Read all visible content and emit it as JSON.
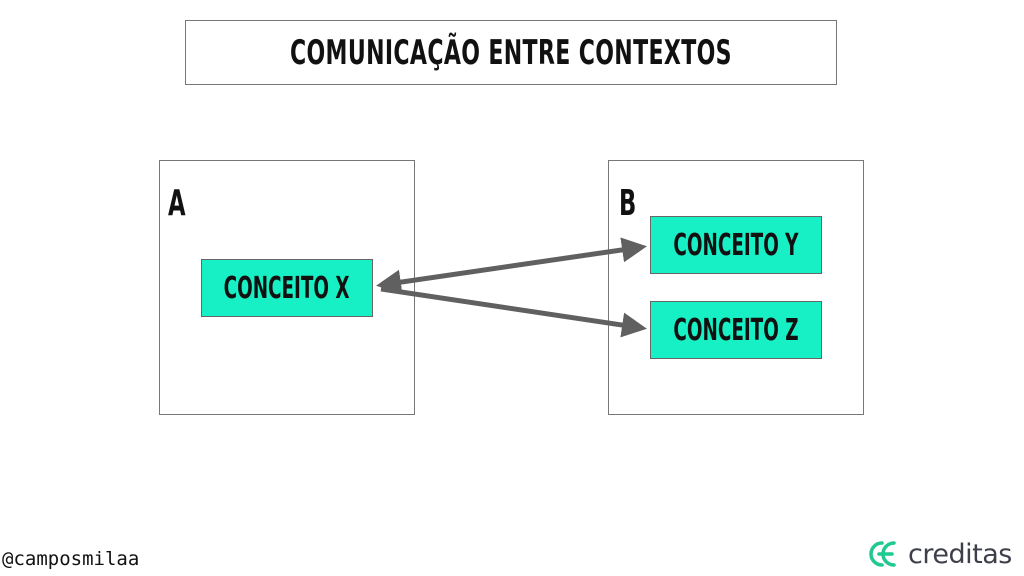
{
  "title": "COMUNICAÇÃO ENTRE CONTEXTOS",
  "contexts": [
    {
      "label": "A",
      "concepts": [
        "CONCEITO X"
      ]
    },
    {
      "label": "B",
      "concepts": [
        "CONCEITO Y",
        "CONCEITO Z"
      ]
    }
  ],
  "footer": {
    "handle": "@camposmilaa",
    "brand": "creditas"
  },
  "colors": {
    "concept_fill": "#17f0c4",
    "arrow": "#606060",
    "brand_green": "#1fc98f",
    "brand_text": "#3d3f4a"
  },
  "icons": [
    "creditas-logo-icon"
  ]
}
